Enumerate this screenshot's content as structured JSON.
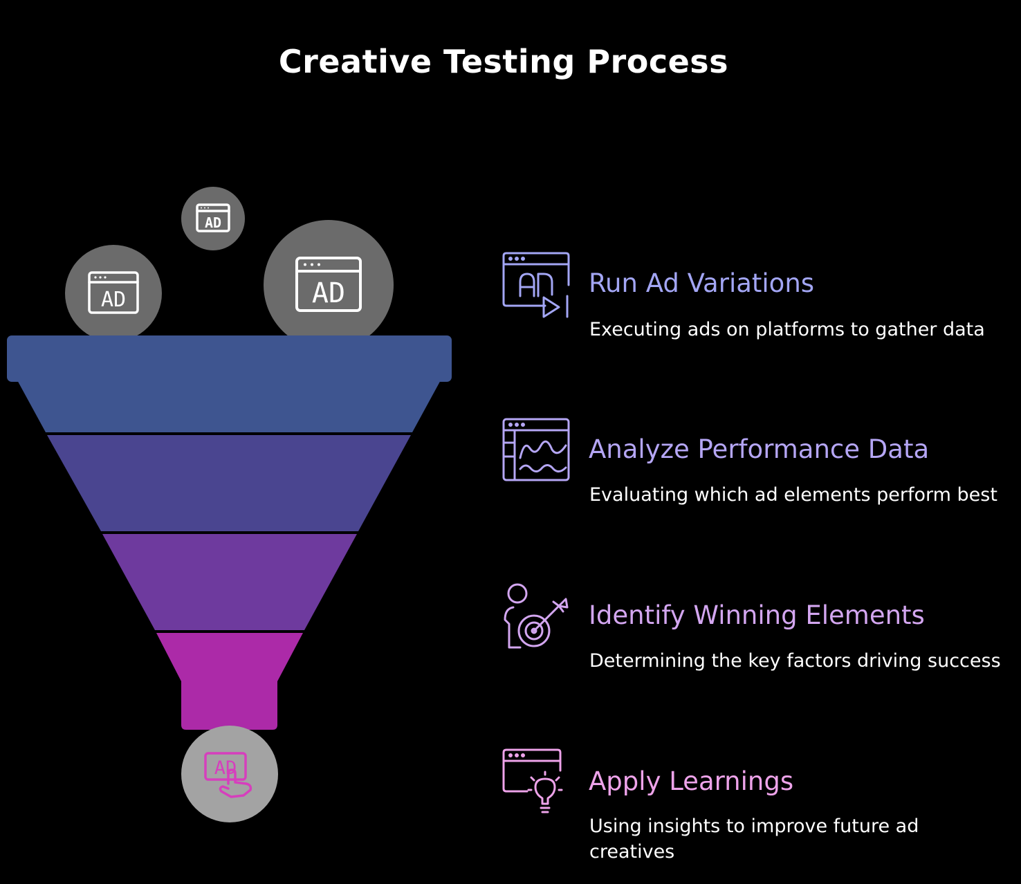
{
  "title": "Creative Testing Process",
  "colors": {
    "background": "#000000",
    "circle_gray": "#6b6b6b",
    "bottom_circle_gray": "#a3a3a3",
    "funnel_rim": "#3e5590",
    "funnel_band_1": "#3e5590",
    "funnel_band_2": "#4a4590",
    "funnel_band_3": "#6e3a9e",
    "funnel_band_4": "#ac2aa8",
    "output_icon": "#d63fbd"
  },
  "funnel": {
    "input_icons": [
      "ad-window-icon",
      "ad-window-icon",
      "ad-window-icon"
    ],
    "output_icon": "ad-click-icon"
  },
  "steps": [
    {
      "title": "Run Ad Variations",
      "description": "Executing ads on platforms to gather data",
      "icon": "ad-video-icon",
      "color": "#a3a6f5"
    },
    {
      "title": "Analyze Performance Data",
      "description": "Evaluating which ad elements perform best",
      "icon": "data-chart-icon",
      "color": "#b5a6f5"
    },
    {
      "title": "Identify Winning Elements",
      "description": "Determining the key factors driving success",
      "icon": "target-person-icon",
      "color": "#d3a6f0"
    },
    {
      "title": "Apply Learnings",
      "description": "Using insights to improve future ad creatives",
      "icon": "lightbulb-window-icon",
      "color": "#eea3ea"
    }
  ]
}
